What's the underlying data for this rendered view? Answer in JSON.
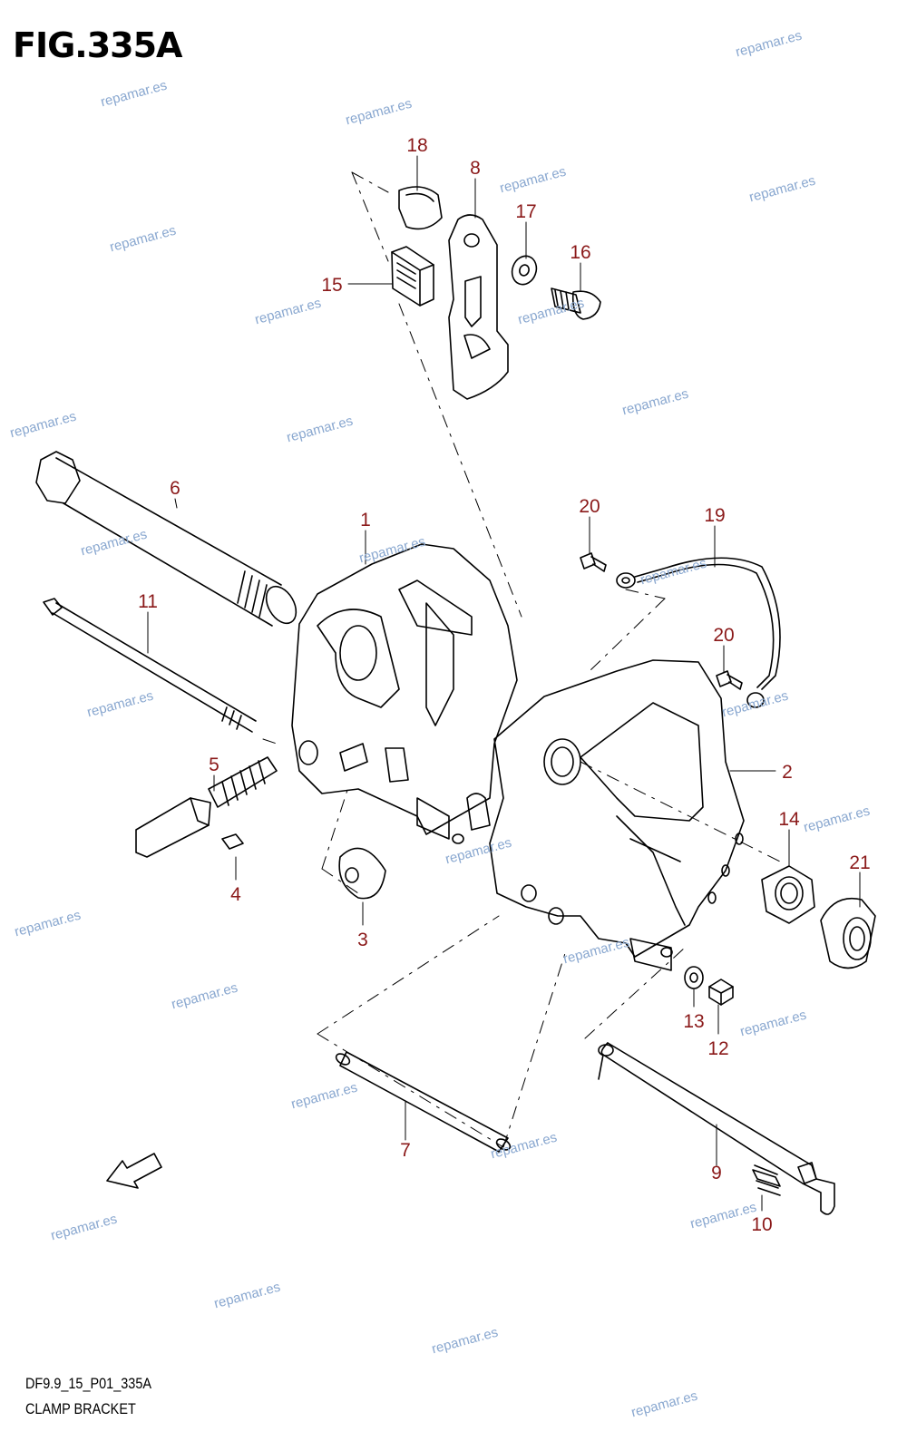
{
  "figure_title": "FIG.335A",
  "footer": {
    "code": "DF9.9_15_P01_335A",
    "name": "CLAMP BRACKET"
  },
  "fwd_label": "FWD",
  "watermark_text": "repamar.es",
  "callouts": [
    "1",
    "2",
    "3",
    "4",
    "5",
    "6",
    "7",
    "8",
    "9",
    "10",
    "11",
    "12",
    "13",
    "14",
    "15",
    "16",
    "17",
    "18",
    "19",
    "20",
    "20",
    "21"
  ],
  "colors": {
    "callout": "#8b1a1a",
    "line": "#000000",
    "watermark": "#8aa8d0"
  }
}
